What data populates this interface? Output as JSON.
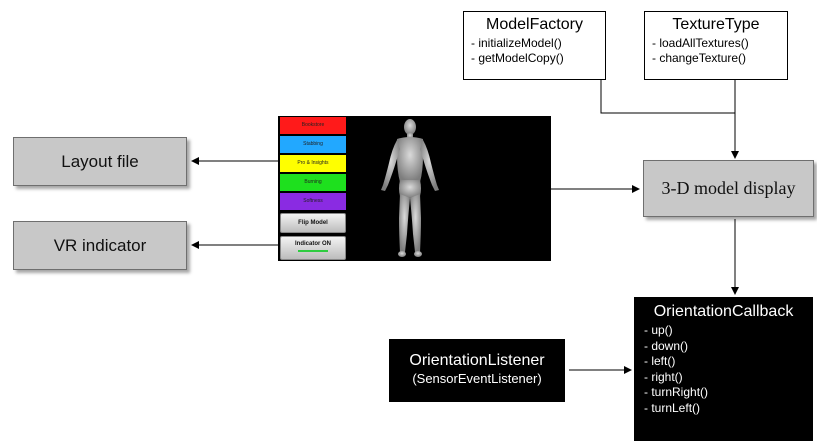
{
  "model_factory": {
    "title": "ModelFactory",
    "methods": [
      "- initializeModel()",
      "- getModelCopy()"
    ]
  },
  "texture_type": {
    "title": "TextureType",
    "methods": [
      "- loadAllTextures()",
      "- changeTexture()"
    ]
  },
  "layout_file": {
    "label": "Layout file"
  },
  "vr_indicator": {
    "label": "VR indicator"
  },
  "model_display": {
    "label": "3-D model display"
  },
  "orientation_listener": {
    "title": "OrientationListener",
    "subtitle": "(SensorEventListener)"
  },
  "orientation_callback": {
    "title": "OrientationCallback",
    "methods": [
      "- up()",
      "- down()",
      "- left()",
      "- right()",
      "- turnRight()",
      "- turnLeft()"
    ]
  },
  "phone_screen": {
    "menu": [
      {
        "label": "Bookstore",
        "color": "#ff1a1a"
      },
      {
        "label": "Stabbing",
        "color": "#22a8ff"
      },
      {
        "label": "Pro & Insights",
        "color": "#ffff00"
      },
      {
        "label": "Burning",
        "color": "#1ee01e"
      },
      {
        "label": "Softness",
        "color": "#8a2be2"
      }
    ],
    "flip_button": "Flip Model",
    "indicator_button": "Indicator ON",
    "indicator_color": "#2ecc40"
  }
}
